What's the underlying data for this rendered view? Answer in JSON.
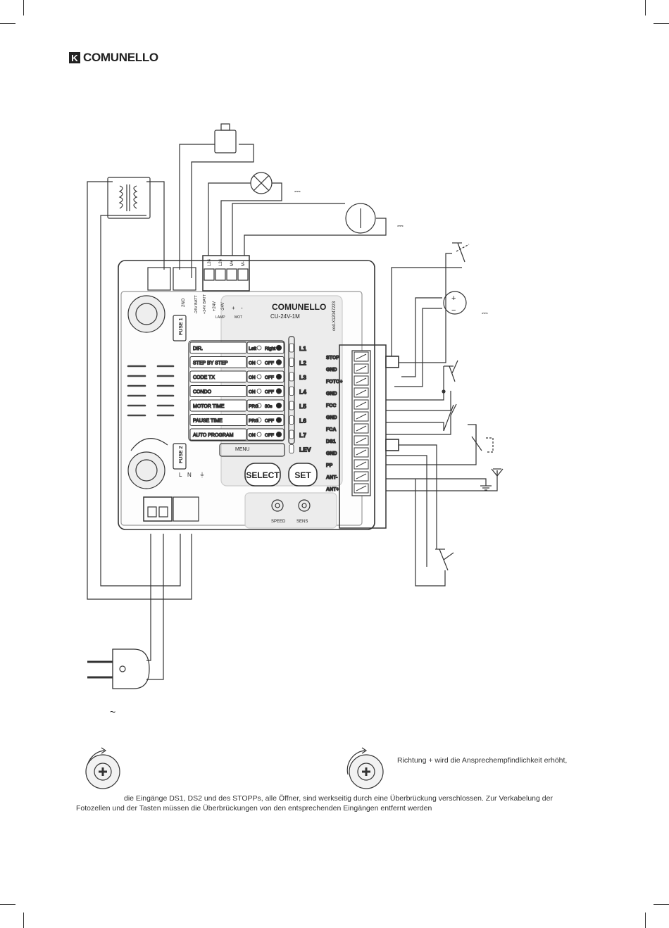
{
  "brand": "COMUNELLO",
  "board": {
    "brand": "COMUNELLO",
    "model": "CU-24V-1M",
    "code": "cod.X12047223",
    "fuse1": "FUSE 1",
    "fuse2": "FUSE 2",
    "top_left_terminals": [
      "2NO",
      "-24V BATT",
      "+24V BATT"
    ],
    "top_terminals": [
      "+24V",
      "-24V",
      "LAMP",
      "+",
      "-",
      "MOT"
    ],
    "motor_block": [
      "L24",
      "L24",
      "M+",
      "M-"
    ],
    "power_terminals": [
      "L",
      "N",
      "⏚"
    ],
    "right_terminals": [
      "STOP",
      "GND",
      "FOTO+",
      "GND",
      "FCC",
      "GND",
      "FCA",
      "DS1",
      "GND",
      "PP",
      "ANT-",
      "ANT+"
    ],
    "leds": [
      "L1",
      "L2",
      "L3",
      "L4",
      "L5",
      "L6",
      "L7",
      "LEV"
    ],
    "menu_rows": [
      {
        "label": "DIR.",
        "a": "Left",
        "b": "Right"
      },
      {
        "label": "STEP BY STEP",
        "a": "ON",
        "b": "OFF"
      },
      {
        "label": "CODE TX",
        "a": "ON",
        "b": "OFF"
      },
      {
        "label": "CONDO",
        "a": "ON",
        "b": "OFF"
      },
      {
        "label": "MOTOR TIME",
        "a": "PRG",
        "b": "30s"
      },
      {
        "label": "PAUSE TIME",
        "a": "PRG",
        "b": "OFF"
      },
      {
        "label": "AUTO PROGRAM",
        "a": "ON",
        "b": "OFF"
      }
    ],
    "menu_label": "MENU",
    "select_button": "SELECT",
    "set_button": "SET",
    "speed_label": "SPEED",
    "sens_label": "SENS"
  },
  "symbols": {
    "dc1": "⎓",
    "dc2": "⎓",
    "dc3": "⎓",
    "ac": "~",
    "plus": "+",
    "minus": "−"
  },
  "notes": {
    "sens_note": "Richtung + wird die Ansprechempfindlichkeit erhöht,",
    "footer_line1": "die Eingänge DS1, DS2 und des STOPPs, alle Öffner, sind werkseitig durch eine Überbrückung verschlossen. Zur Verkabelung der",
    "footer_line2": "Fotozellen und der Tasten müssen die Überbrückungen von den entsprechenden Eingängen entfernt werden"
  }
}
